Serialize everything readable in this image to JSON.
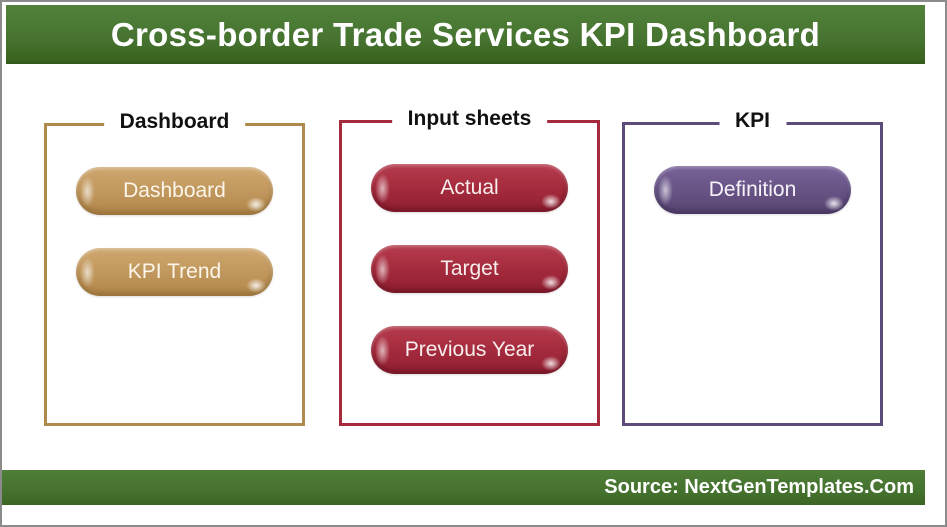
{
  "header": {
    "title": "Cross-border Trade Services KPI Dashboard"
  },
  "sections": [
    {
      "title": "Dashboard",
      "accent_color": "#ae8a4c",
      "button_color": "#c2995f",
      "buttons": [
        {
          "label": "Dashboard"
        },
        {
          "label": "KPI Trend"
        }
      ]
    },
    {
      "title": "Input sheets",
      "accent_color": "#a52a3c",
      "button_color": "#a62c3e",
      "buttons": [
        {
          "label": "Actual"
        },
        {
          "label": "Target"
        },
        {
          "label": "Previous Year"
        }
      ]
    },
    {
      "title": "KPI",
      "accent_color": "#5d4b7a",
      "button_color": "#695687",
      "buttons": [
        {
          "label": "Definition"
        }
      ]
    }
  ],
  "footer": {
    "source_label": "Source: NextGenTemplates.Com"
  },
  "colors": {
    "header_green": "#477531",
    "footer_green": "#467430",
    "page_border_gray": "#8b8b8b",
    "title_text": "#ffffff",
    "legend_text": "#111111"
  }
}
